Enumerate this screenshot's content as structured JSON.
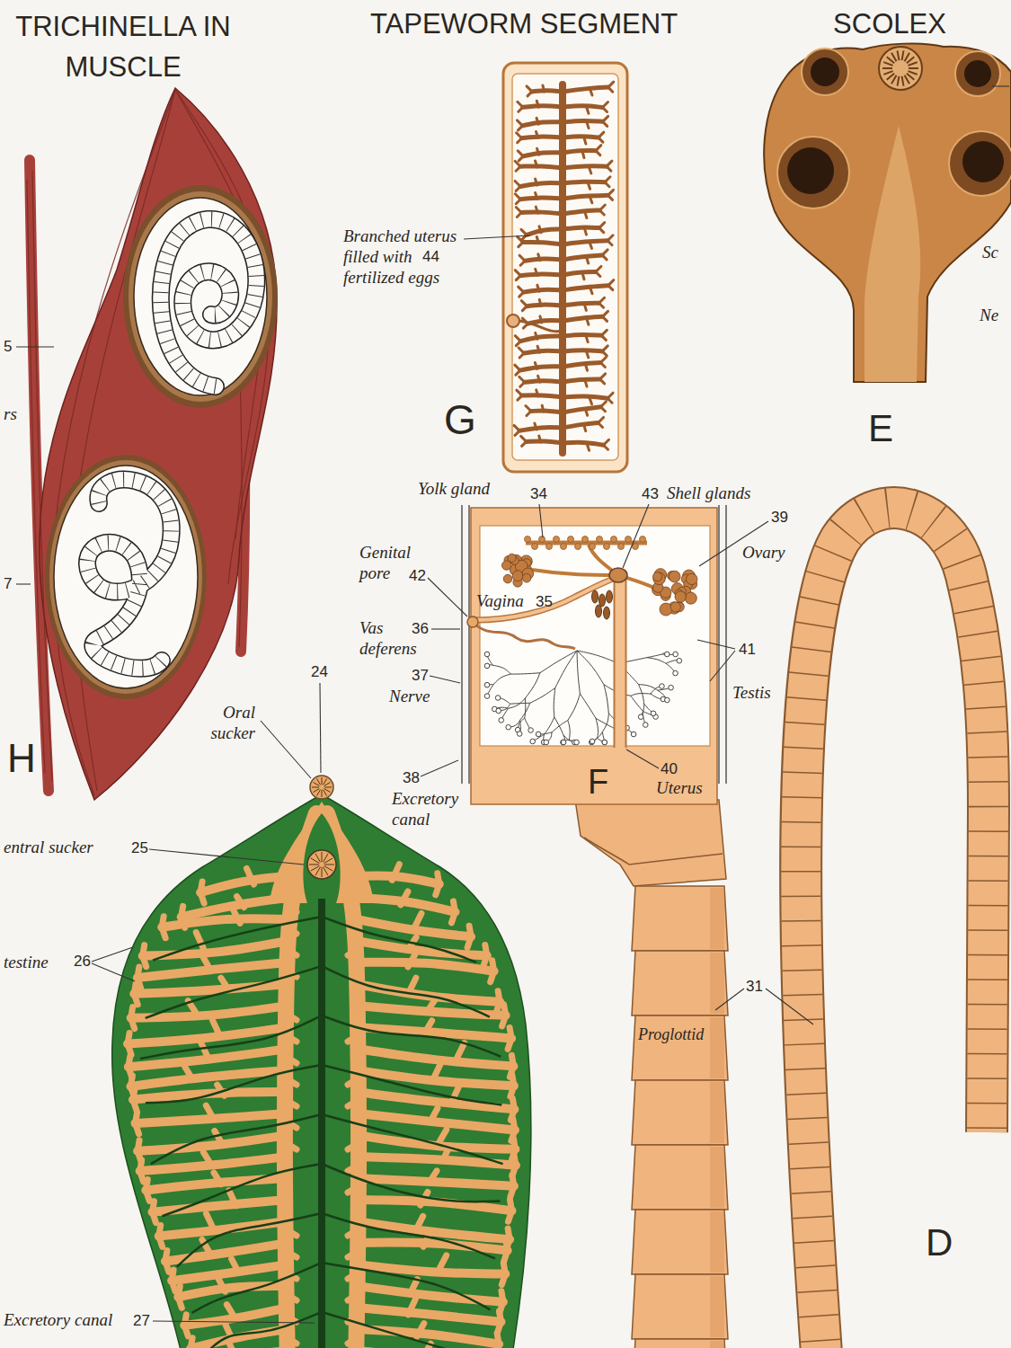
{
  "diagram": {
    "labels": [
      "TRICHINELLA IN MUSCLE",
      "TAPEWORM SEGMENT",
      "SCOLEX",
      "Branched uterus",
      "filled with",
      "44",
      "fertilized eggs",
      "G",
      "E",
      "Yolk gland",
      "34",
      "43",
      "Shell glands",
      "39",
      "Ovary",
      "Genital pore",
      "42",
      "Vagina",
      "35",
      "Vas deferens",
      "36",
      "37",
      "Nerve",
      "41",
      "Testis",
      "38",
      "Excretory canal",
      "F",
      "40",
      "Uterus",
      "31",
      "Proglottid",
      "D",
      "24",
      "Oral sucker",
      "entral sucker",
      "25",
      "testine",
      "26",
      "Excretory canal",
      "27",
      "H",
      "5",
      "rs",
      "7",
      "Sc",
      "Ne"
    ]
  }
}
